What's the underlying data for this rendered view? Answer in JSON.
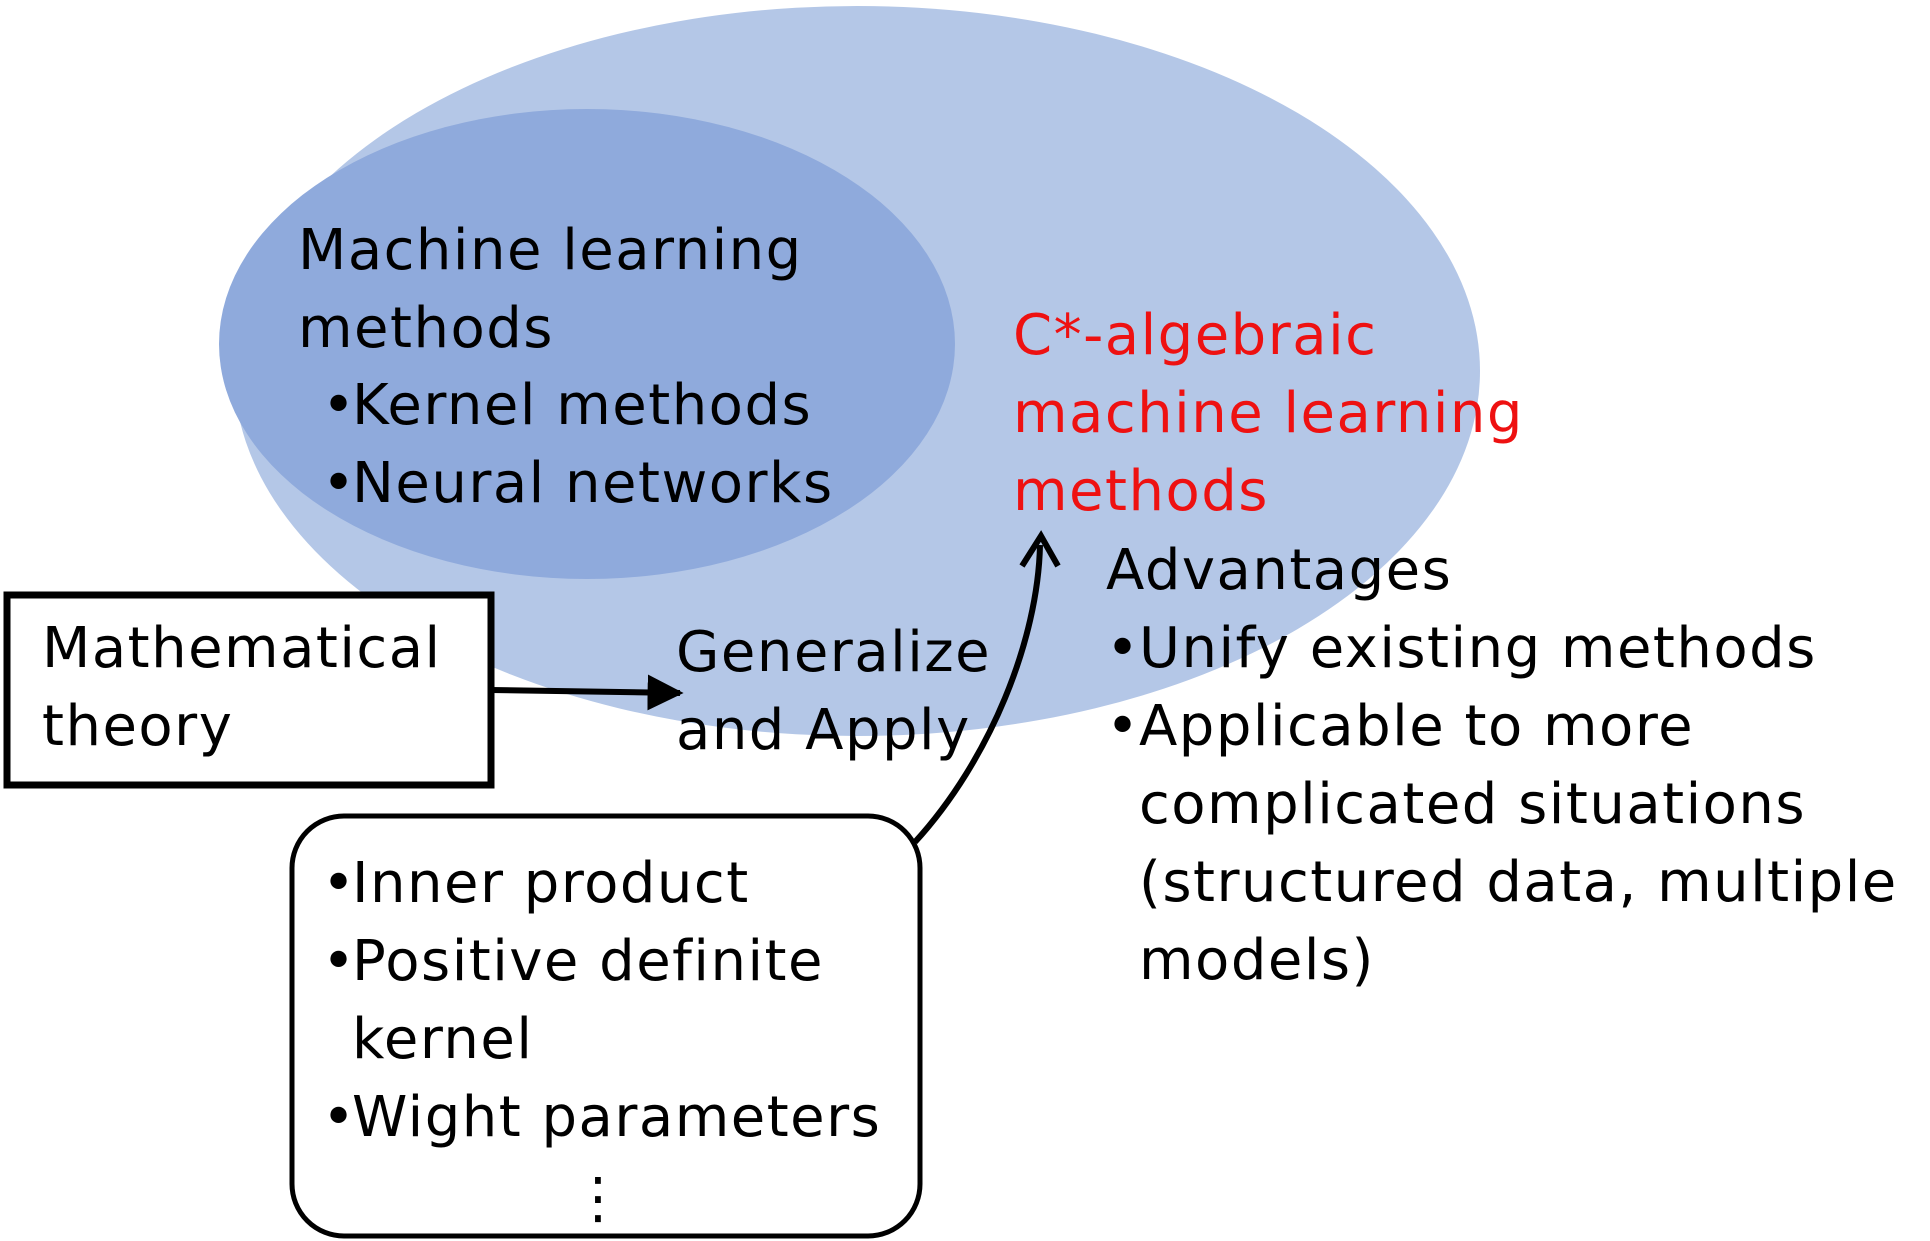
{
  "ml": {
    "title_line1": "Machine learning",
    "title_line2": "methods",
    "items": [
      {
        "bullet": "•",
        "label": "Kernel methods"
      },
      {
        "bullet": "•",
        "label": "Neural networks"
      }
    ]
  },
  "cstar": {
    "line1": "C*-algebraic",
    "line2": "machine learning",
    "line3": "methods"
  },
  "advantages": {
    "title": "Advantages",
    "bullet": "•",
    "item1": "Unify existing methods",
    "item2_line1": "Applicable to more",
    "item2_line2": "complicated situations",
    "item2_line3": "(structured data, multiple",
    "item2_line4": "models)"
  },
  "math": {
    "line1": "Mathematical",
    "line2": "theory"
  },
  "arrow_label": {
    "line1": "Generalize",
    "line2": "and Apply"
  },
  "concepts": {
    "bullet": "•",
    "item1": "Inner product",
    "item2_line1": "Positive definite",
    "item2_line2": "kernel",
    "item3": "Wight parameters",
    "ellipsis": "⋮"
  },
  "colors": {
    "outer_ellipse": "#b4c7e7",
    "inner_ellipse": "#8faadc",
    "highlight_text": "#ee1111",
    "stroke": "#000000"
  }
}
